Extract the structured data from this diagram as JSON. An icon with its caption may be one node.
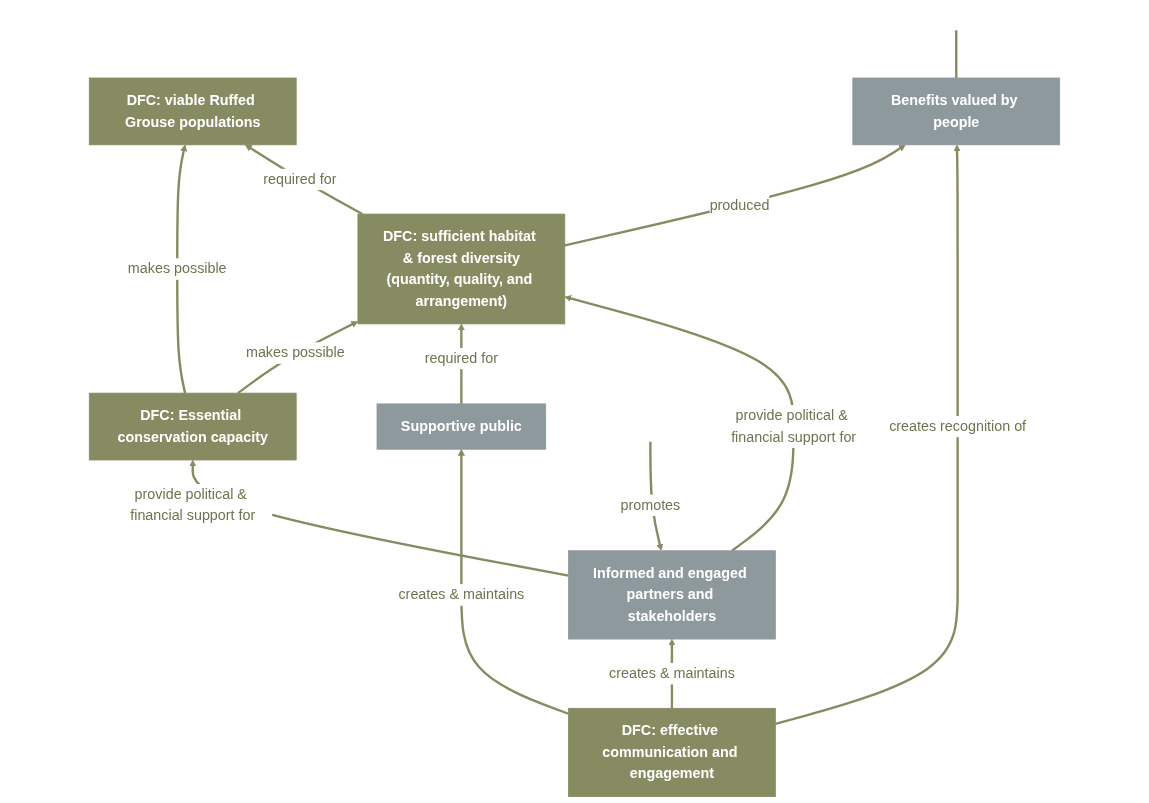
{
  "diagram": {
    "nodes": [
      {
        "text": [
          "DFC: viable Ruffed Grouse populations"
        ]
      },
      {
        "text": [
          "Benefits valued by people"
        ]
      },
      {
        "text": [
          "DFC: Essential conservation capacity"
        ]
      },
      {
        "text": [
          "DFC: sufficient habitat & forest diversity",
          "(quantity, quality, and arrangement)"
        ]
      },
      {
        "text": [
          "Supportive public"
        ]
      },
      {
        "text": [
          "DFC: effective communication and engagement"
        ]
      },
      {
        "text": [
          "Informed and engaged partners and stakeholders"
        ]
      }
    ],
    "edges": [
      {
        "from": 2,
        "to": 0,
        "label": "makes possible",
        "arrow": "to"
      },
      {
        "from": 2,
        "to": 3,
        "label": "makes possible",
        "arrow": "to"
      },
      {
        "from": 3,
        "to": 0,
        "label": "required for",
        "arrow": "to"
      },
      {
        "from": 3,
        "to": 1,
        "label": "produced",
        "arrow": "to"
      },
      {
        "from": 4,
        "to": 3,
        "label": "required for",
        "arrow": "to"
      },
      {
        "from": 5,
        "to": 1,
        "label": "creates recognition of",
        "arrow": "to"
      },
      {
        "from": 5,
        "to": 4,
        "label": "creates & maintains",
        "arrow": "to"
      },
      {
        "from": 5,
        "to": 6,
        "label": "creates & maintains",
        "arrow": "to"
      },
      {
        "from": 6,
        "to": 2,
        "label": "provide political & financial support for",
        "arrow": "to"
      },
      {
        "from": 6,
        "to": 3,
        "label": "provide political & financial support for",
        "arrow": "to"
      },
      {
        "from": 1,
        "to": null,
        "arrow": "none"
      },
      {
        "from": null,
        "to": 6,
        "label": "promotes",
        "arrow": "to"
      }
    ]
  }
}
